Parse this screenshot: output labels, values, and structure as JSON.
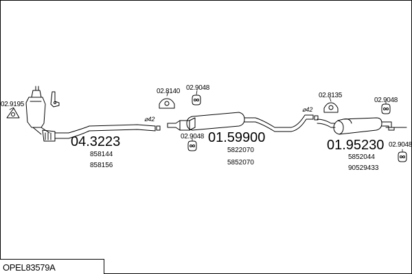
{
  "reference": "OPEL83579A",
  "parts": {
    "front_pipe": {
      "number": "04.3223",
      "oem": [
        "858144",
        "858156"
      ]
    },
    "middle_silencer": {
      "number": "01.59900",
      "oem": [
        "5822070",
        "5852070"
      ]
    },
    "rear_silencer": {
      "number": "01.95230",
      "oem": [
        "5852044",
        "90529433"
      ]
    }
  },
  "fittings": {
    "gasket_front": "02.9195",
    "hanger_1": "02.8140",
    "rubber_1": "02.9048",
    "rubber_2": "02.9048",
    "hanger_2": "02.8135",
    "rubber_3": "02.9048",
    "rubber_4": "02.9048"
  },
  "diameters": {
    "d1": "⌀42",
    "d2": "⌀42"
  }
}
